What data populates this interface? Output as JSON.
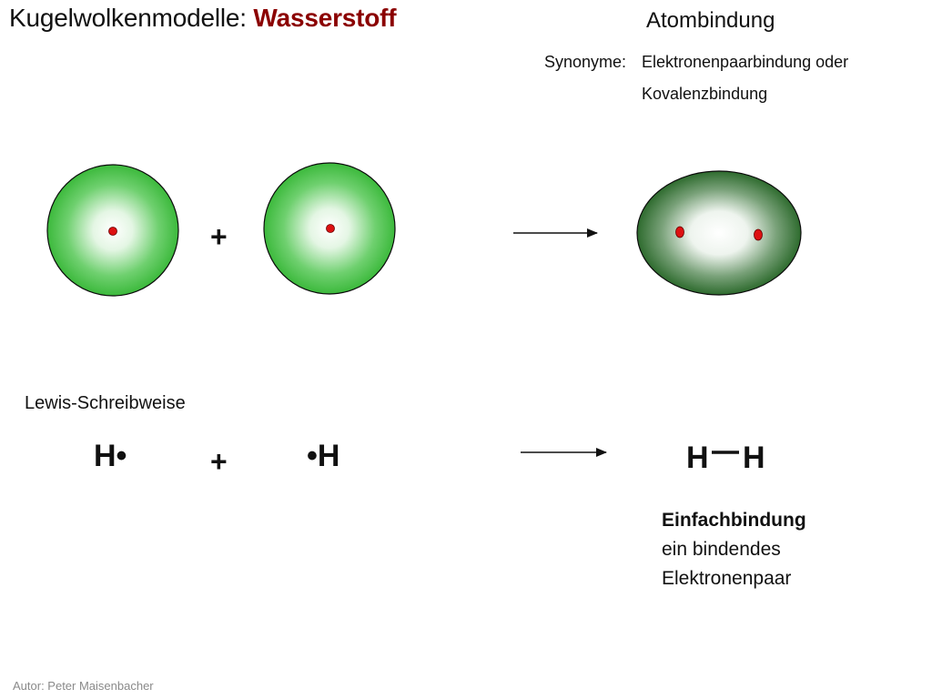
{
  "title": {
    "main": "Kugelwolkenmodelle:",
    "highlight": "Wasserstoff"
  },
  "heading": "Atombindung",
  "synonyms": {
    "label": "Synonyme:",
    "line1": "Elektronenpaarbindung oder",
    "line2": "Kovalenzbindung"
  },
  "plus": "+",
  "lewis": {
    "caption": "Lewis-Schreibweise",
    "h1": "H•",
    "h2": "•H",
    "product_left": "H",
    "product_right": "H"
  },
  "description": {
    "line1": "Einfachbindung",
    "line2": "ein bindendes",
    "line3": "Elektronenpaar"
  },
  "author": "Autor: Peter Maisenbacher",
  "colors": {
    "atom_green": "#3cb93c",
    "molecule_green": "#2e6b2e",
    "nucleus_red": "#dd1111",
    "title_highlight": "#8b0000"
  }
}
